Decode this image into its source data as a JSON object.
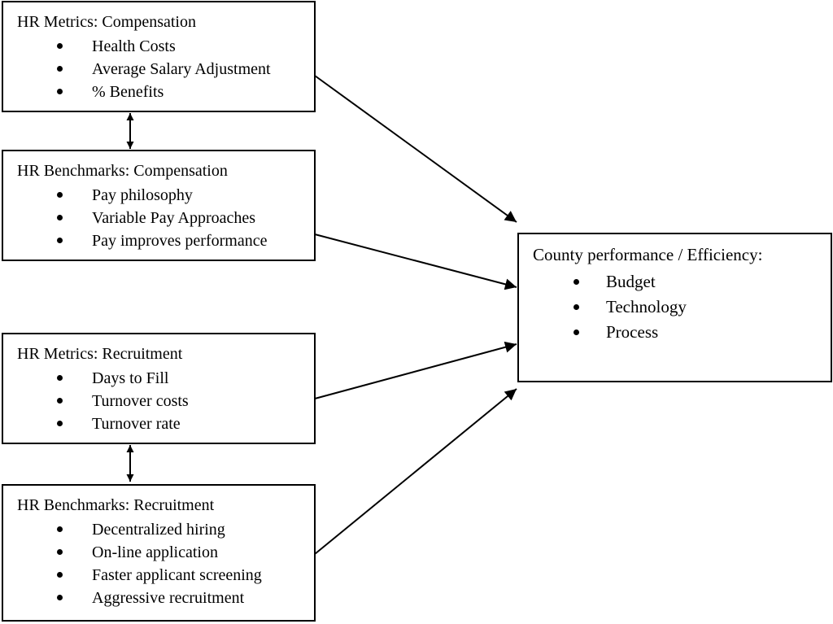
{
  "boxes": {
    "metrics_compensation": {
      "title": "HR Metrics: Compensation",
      "items": [
        "Health Costs",
        "Average Salary Adjustment",
        "% Benefits"
      ]
    },
    "benchmarks_compensation": {
      "title": "HR Benchmarks: Compensation",
      "items": [
        "Pay philosophy",
        "Variable Pay Approaches",
        "Pay improves performance"
      ]
    },
    "metrics_recruitment": {
      "title": "HR Metrics: Recruitment",
      "items": [
        "Days to Fill",
        "Turnover costs",
        "Turnover rate"
      ]
    },
    "benchmarks_recruitment": {
      "title": "HR Benchmarks: Recruitment",
      "items": [
        "Decentralized hiring",
        "On-line application",
        "Faster applicant screening",
        "Aggressive recruitment"
      ]
    },
    "county_performance": {
      "title": "County performance / Efficiency:",
      "items": [
        "Budget",
        "Technology",
        "Process"
      ]
    }
  }
}
